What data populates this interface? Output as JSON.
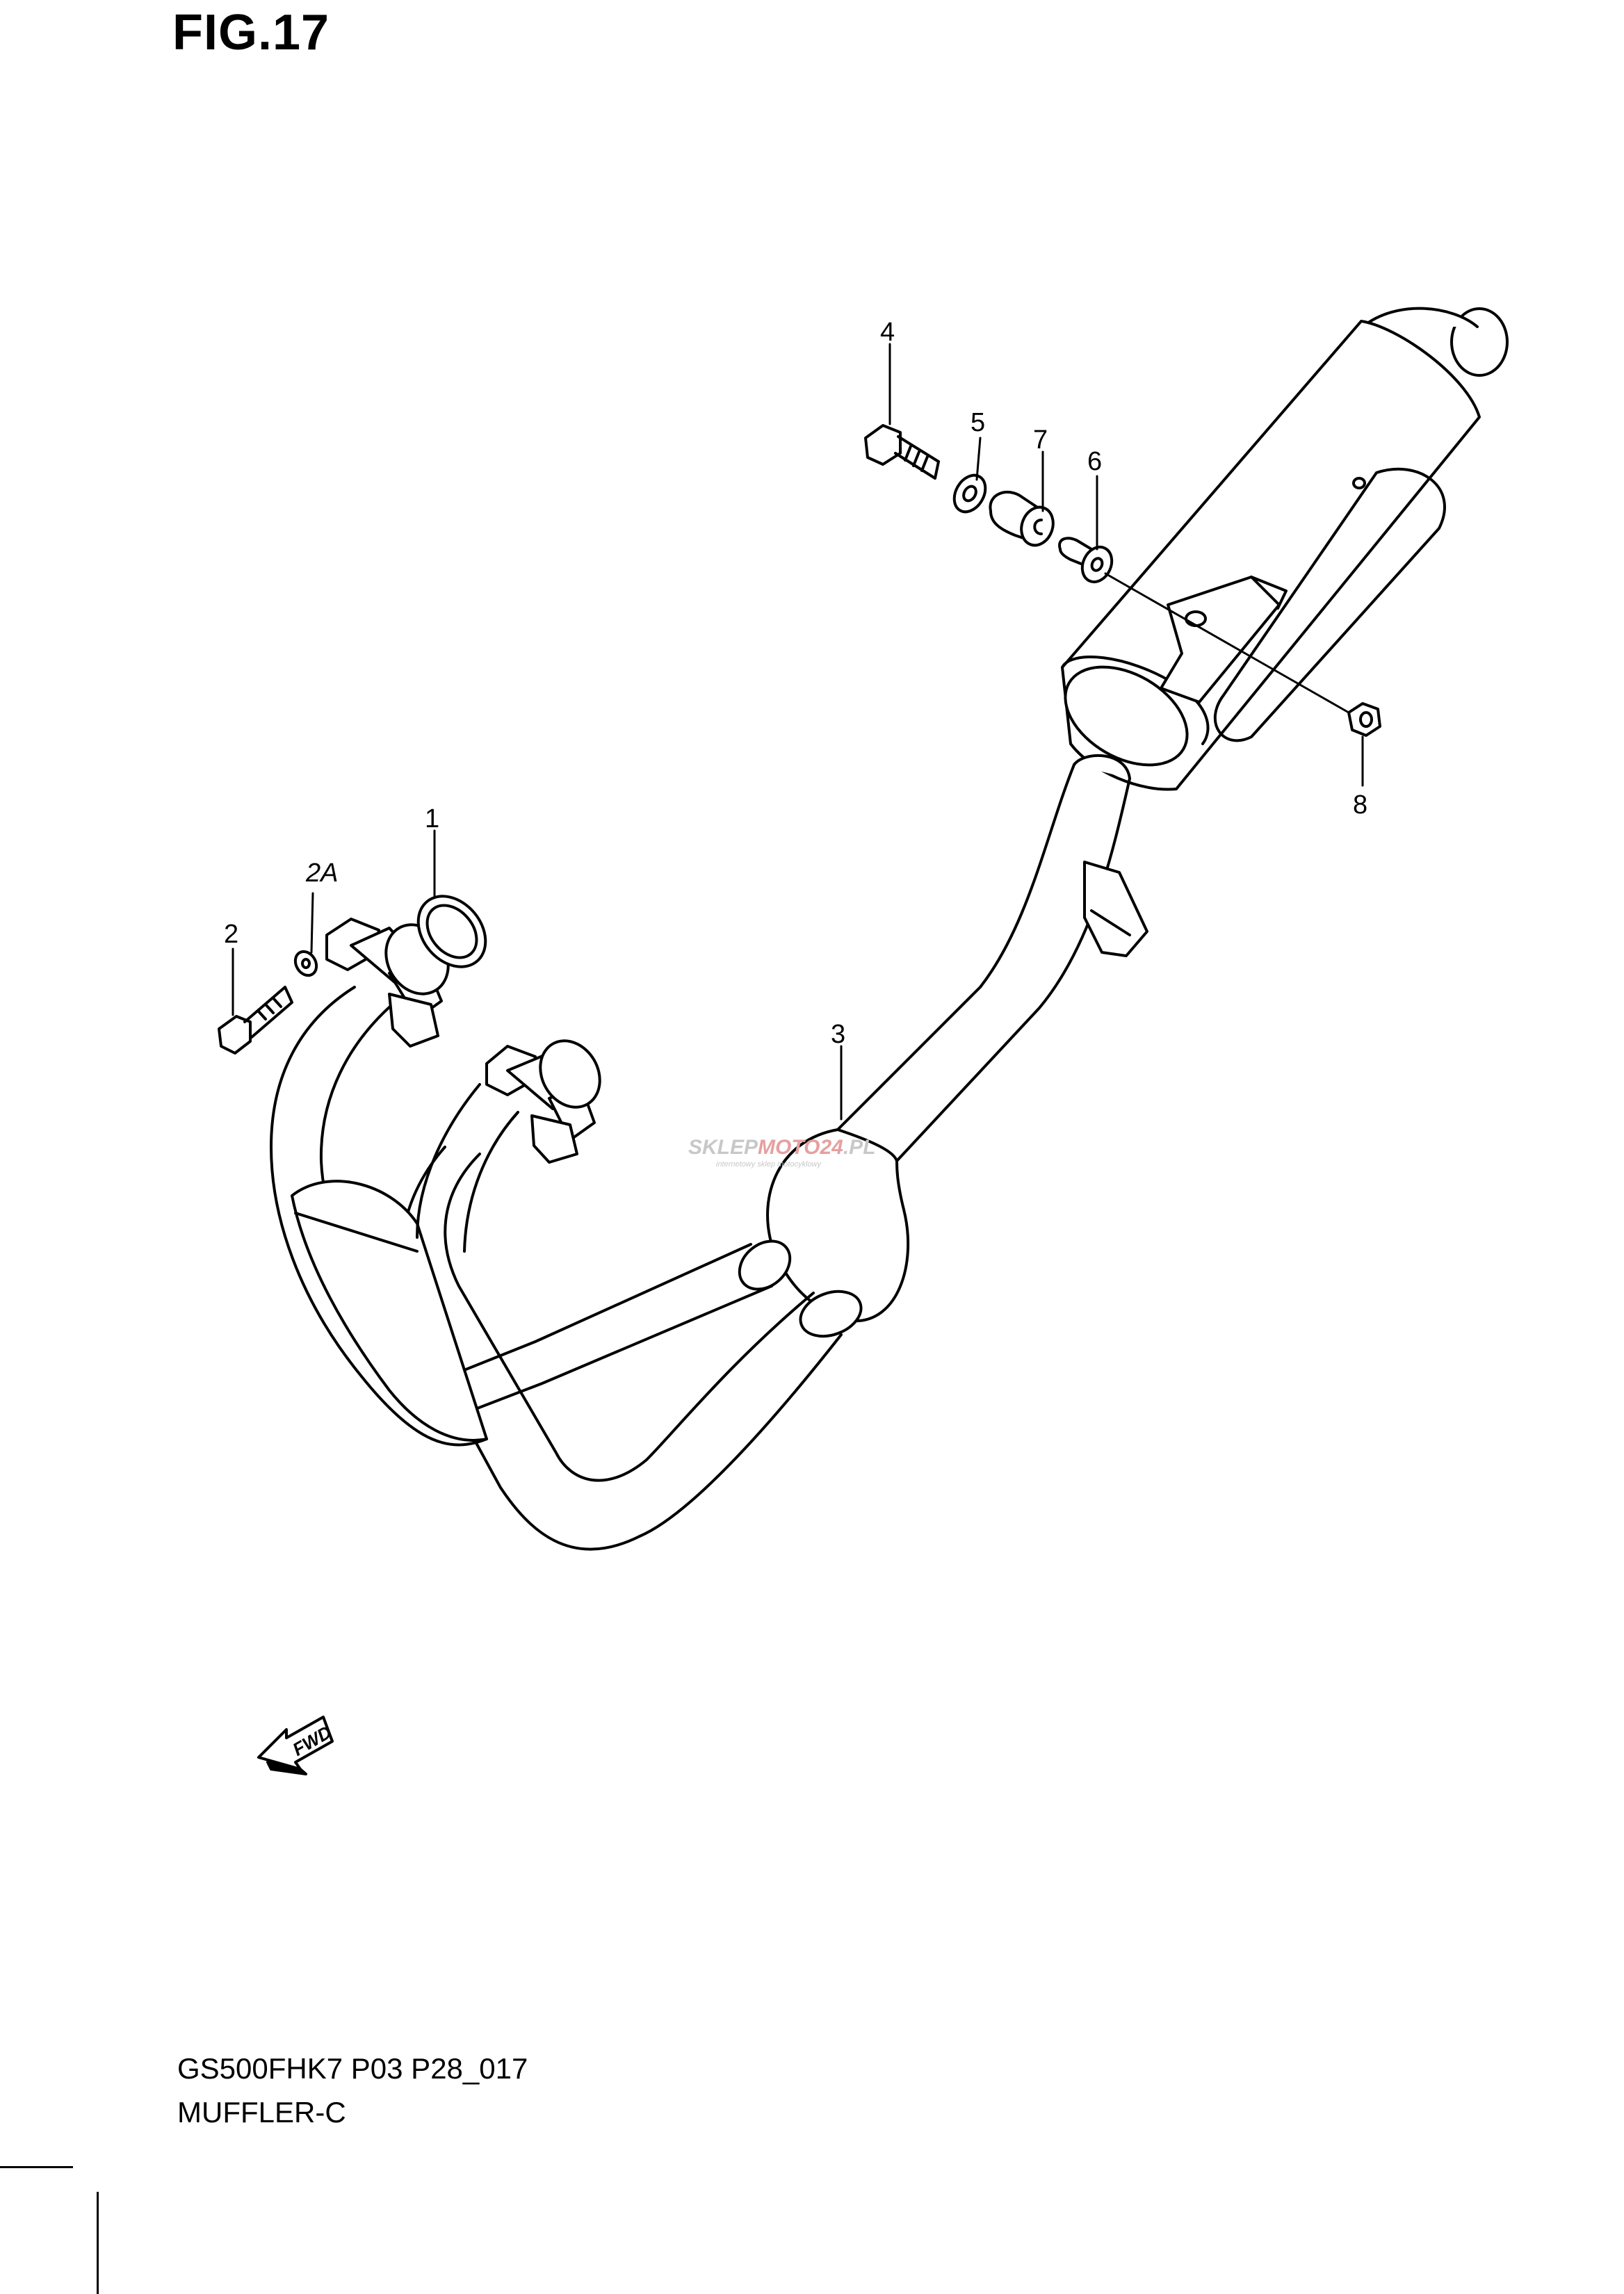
{
  "figure": {
    "title": "FIG.17",
    "model_code": "GS500FHK7 P03 P28_017",
    "section_name": "MUFFLER-C"
  },
  "callouts": [
    {
      "id": "1",
      "label": "1"
    },
    {
      "id": "2",
      "label": "2"
    },
    {
      "id": "2A",
      "label": "2A"
    },
    {
      "id": "3",
      "label": "3"
    },
    {
      "id": "4",
      "label": "4"
    },
    {
      "id": "5",
      "label": "5"
    },
    {
      "id": "6",
      "label": "6"
    },
    {
      "id": "7",
      "label": "7"
    },
    {
      "id": "8",
      "label": "8"
    }
  ],
  "forward_arrow": {
    "label": "FWD"
  },
  "watermark": {
    "main_dark": "SKLEP",
    "main_red": "MOTO24",
    "suffix": ".PL",
    "tagline": "internetowy sklep motocyklowy",
    "color_dark": "#c8c8c8",
    "color_red": "#e6a0a0"
  },
  "colors": {
    "line": "#000000",
    "background": "#ffffff"
  }
}
